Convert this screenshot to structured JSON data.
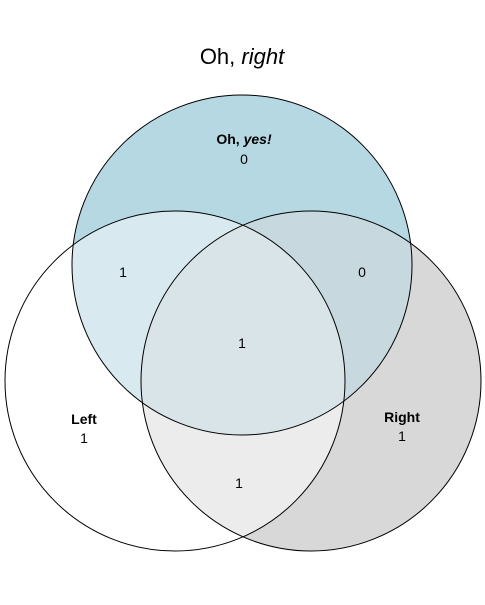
{
  "title": {
    "prefix": "Oh, ",
    "emphasis": "right"
  },
  "sets": {
    "top": {
      "label_prefix": "Oh, ",
      "label_emphasis": "yes!",
      "count": "0",
      "color": "#b5d8e3"
    },
    "left": {
      "label": "Left",
      "count": "1",
      "color": "#ffffff"
    },
    "right": {
      "label": "Right",
      "count": "1",
      "color": "#d8d8d8"
    }
  },
  "intersections": {
    "top_left": "1",
    "top_right": "0",
    "left_right": "1",
    "all": "1"
  },
  "colors": {
    "top_only": "#b5d8e3",
    "left_only": "#ffffff",
    "right_only": "#d8d8d8",
    "top_left": "#d8eaf0",
    "top_right": "#c7d9df",
    "left_right": "#ececec",
    "all": "#d9e4e8",
    "stroke": "#000000"
  }
}
